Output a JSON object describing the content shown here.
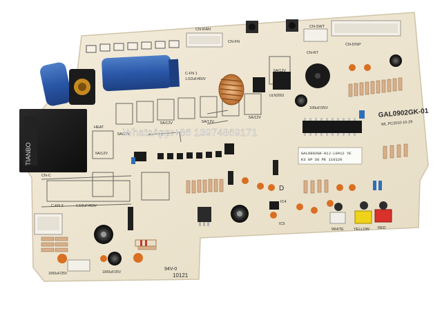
{
  "board": {
    "model": "GAL0902GK-01",
    "revision": "WL.PC2010-10-29",
    "date_code": "10121",
    "ul_rating": "94V-0"
  },
  "watermark": "WhatsApp:+86 13974869171",
  "relay": {
    "brand": "TIANBO"
  },
  "chip_label": {
    "line1": "GAL0902GK-01J-L0412 YE",
    "line2": "K3 GP S6 PE 110120"
  },
  "connectors": {
    "top_a": "CN-IFAN",
    "top_b": "CN-FN",
    "top_c": "CN-SWT",
    "top_d": "CN-DISP",
    "top_e": "CN-RT",
    "cn_c": "CN-C",
    "heat": "HEAT"
  },
  "labels": {
    "relay_spec": "5A/12V",
    "cap_main": "C-FN 1",
    "cap_main_spec": "1.5/2uF/450V",
    "cap_lower": "C-FN 2",
    "cap_lower_spec": "1.5/2uF/450V",
    "cap_mid": "100uF/25V",
    "cap_bottom_a": "1000uF/25V",
    "cap_bottom_b": "1000uF/25V",
    "ic_top": "ULN2003",
    "ic5": "IC5",
    "ic4": "IC4",
    "tag_white": "WHITE",
    "tag_yellow": "YELLOW",
    "tag_red": "RED",
    "tag_d": "D"
  }
}
